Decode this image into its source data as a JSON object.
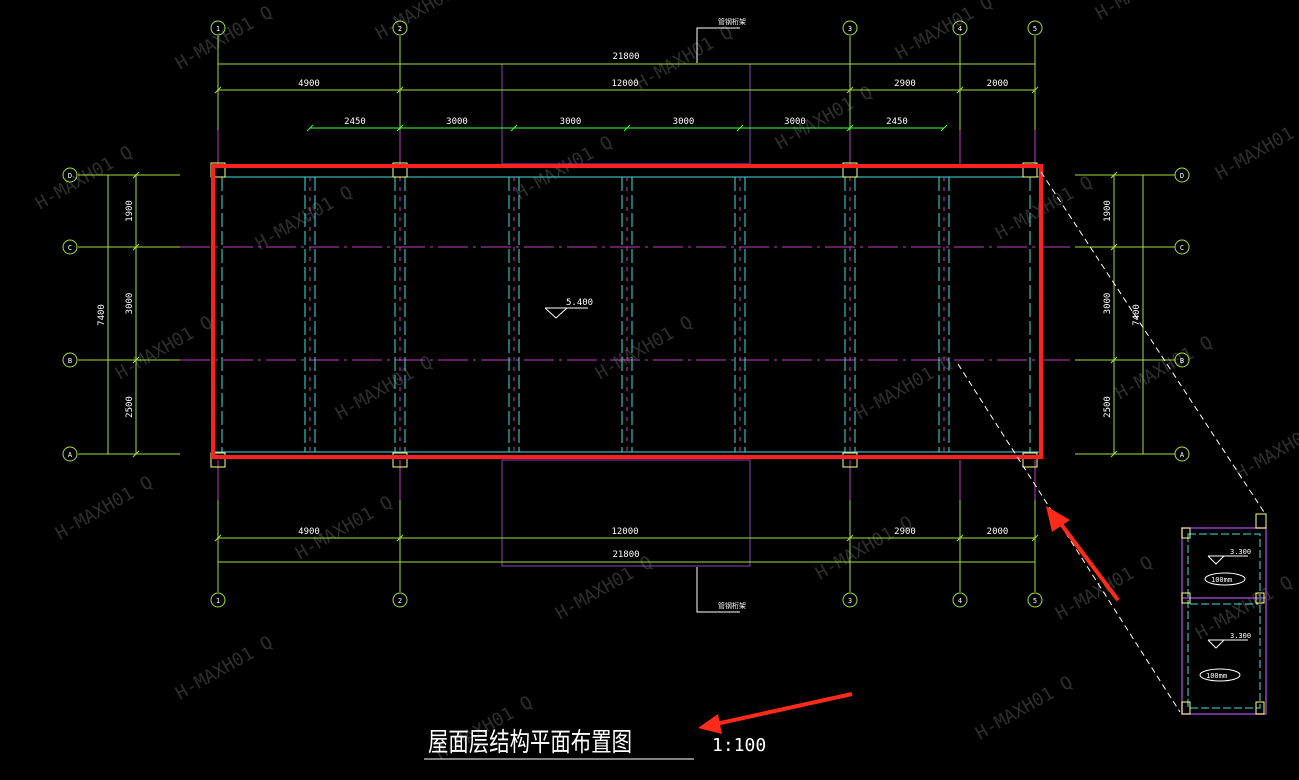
{
  "drawing": {
    "title": "屋面层结构平面布置图",
    "scale": "1:100",
    "elevation_main": "5.400",
    "grid_x_labels": [
      "1",
      "2",
      "3",
      "4",
      "5"
    ],
    "grid_y_labels": [
      "D",
      "C",
      "B",
      "A"
    ],
    "dims_top_total": "21800",
    "dims_top_segments": [
      "4900",
      "12000",
      "2900",
      "2000"
    ],
    "dims_sub_segments": [
      "2450",
      "3000",
      "3000",
      "3000",
      "3000",
      "2450"
    ],
    "dims_bottom_segments": [
      "4900",
      "12000",
      "2900",
      "2000"
    ],
    "dims_bottom_total": "21800",
    "dims_left_total": "7400",
    "dims_left_segments": [
      "1900",
      "3000",
      "2500"
    ],
    "dims_right_total": "7400",
    "dims_right_segments": [
      "1900",
      "3000",
      "2500"
    ],
    "section_tag": "管钢桁架",
    "detail_elev_1": "3.300",
    "detail_elev_2": "3.300",
    "detail_thk_1": "100mm",
    "detail_thk_2": "100mm",
    "watermark": "H-MAXH01  Q"
  },
  "colors": {
    "background": "#000000",
    "grid_axis": "#a0e040",
    "dimension": "#ffffff",
    "beam_magenta": "#c040c0",
    "beam_cyan": "#40e0e0",
    "column": "#ffff80",
    "highlight": "#ff2020",
    "annotation_arrow": "#ff2a1a",
    "watermark": "#2e2e2e"
  }
}
